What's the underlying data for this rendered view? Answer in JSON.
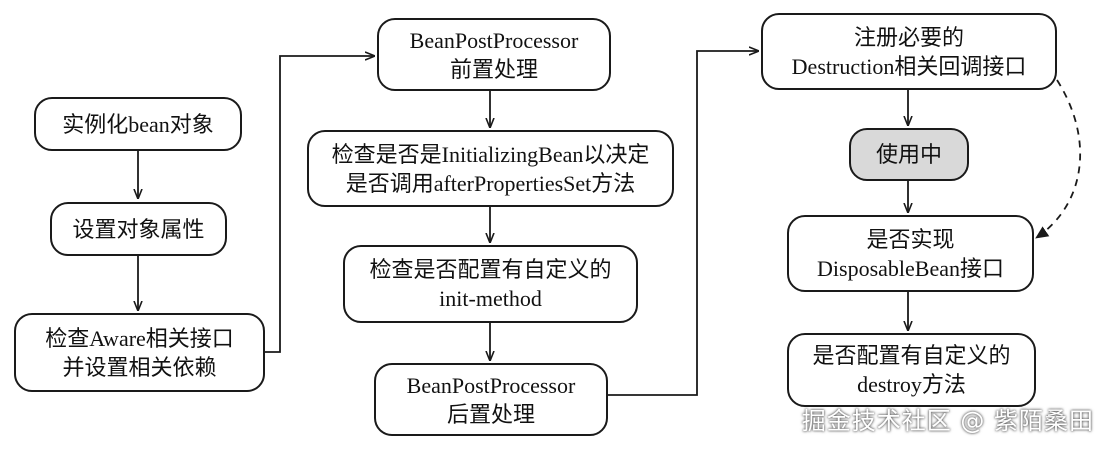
{
  "nodes": {
    "instantiate": [
      "实例化bean对象"
    ],
    "set_props": [
      "设置对象属性"
    ],
    "check_aware": [
      "检查Aware相关接口",
      "并设置相关依赖"
    ],
    "bpp_before": [
      "BeanPostProcessor",
      "前置处理"
    ],
    "check_initializing": [
      "检查是否是InitializingBean以决定",
      "是否调用afterPropertiesSet方法"
    ],
    "check_init_method": [
      "检查是否配置有自定义的",
      "init-method"
    ],
    "bpp_after": [
      "BeanPostProcessor",
      "后置处理"
    ],
    "register_destruction": [
      "注册必要的",
      "Destruction相关回调接口"
    ],
    "in_use": [
      "使用中"
    ],
    "check_disposable": [
      "是否实现",
      "DisposableBean接口"
    ],
    "check_destroy": [
      "是否配置有自定义的",
      "destroy方法"
    ]
  },
  "watermark": "掘金技术社区 @ 紫陌桑田",
  "colors": {
    "stroke": "#1a1a1a",
    "active_fill": "#d9d9d9"
  }
}
